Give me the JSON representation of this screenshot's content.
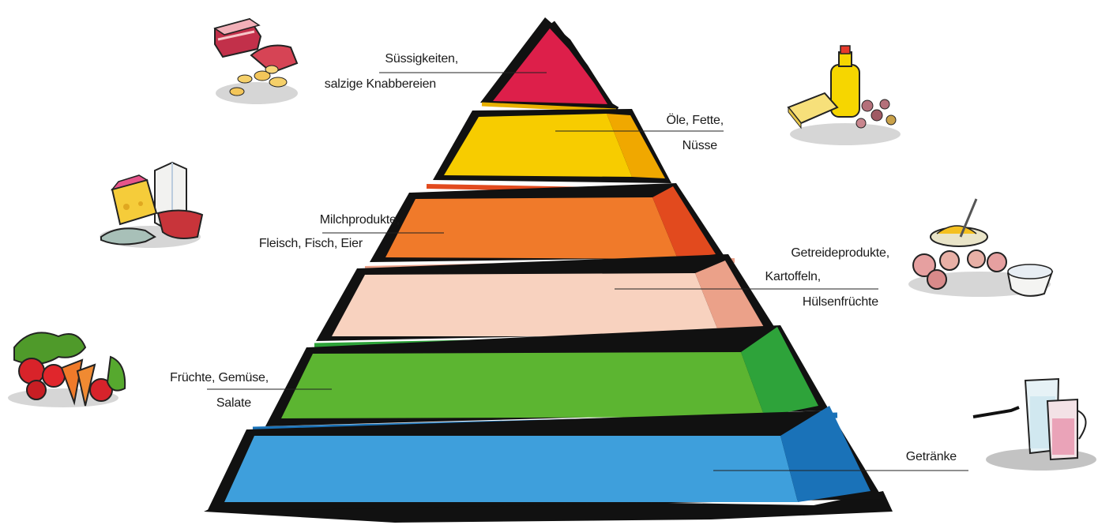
{
  "pyramid": {
    "levels": [
      {
        "id": "suessigkeiten",
        "color": "#dd1f4a",
        "side_color": "#e8b000",
        "label_lines": [
          "Süssigkeiten,",
          "salzige Knabbereien"
        ],
        "icon": "cake-and-chips-icon"
      },
      {
        "id": "oele-fette",
        "color": "#f7cc00",
        "side_color": "#f0a800",
        "label_lines": [
          "Öle, Fette,",
          "Nüsse"
        ],
        "icon": "oil-butter-nuts-icon"
      },
      {
        "id": "milchprodukte",
        "color": "#f07a2a",
        "side_color": "#e24a1e",
        "label_lines": [
          "Milchprodukte,",
          "Fleisch, Fisch, Eier"
        ],
        "icon": "dairy-meat-fish-icon"
      },
      {
        "id": "getreide",
        "color": "#f8d2bf",
        "side_color": "#eba189",
        "label_lines": [
          "Getreideprodukte,",
          "Kartoffeln,",
          "Hülsenfrüchte"
        ],
        "icon": "grain-potato-icon"
      },
      {
        "id": "fruechte",
        "color": "#5cb531",
        "side_color": "#2ea33a",
        "label_lines": [
          "Früchte, Gemüse,",
          "Salate"
        ],
        "icon": "fruit-vegetable-icon"
      },
      {
        "id": "getraenke",
        "color": "#3e9fdc",
        "side_color": "#1a72b8",
        "label_lines": [
          "Getränke"
        ],
        "icon": "drinks-glasses-icon"
      }
    ]
  }
}
